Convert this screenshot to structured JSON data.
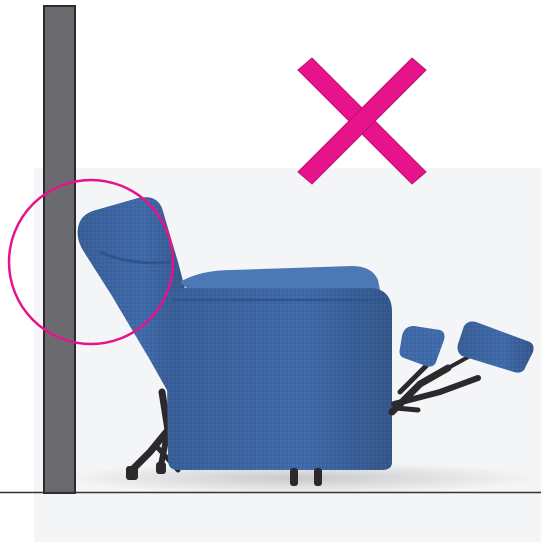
{
  "diagram": {
    "kind": "recliner-wall-clearance-warning",
    "verdict": "incorrect",
    "symbols": {
      "cross": "x-mark-icon",
      "highlight": "circle-highlight"
    },
    "colors": {
      "accent": "#e6138b",
      "wall": "#6b6a6f",
      "wall_edge": "#2b2b2d",
      "fabric": "#3f69a8",
      "fabric_dark": "#2f548f",
      "fabric_light": "#5a85c2",
      "mechanism": "#2a2a2c",
      "floor_line": "#333333",
      "backdrop": "#f4f5f6"
    }
  }
}
